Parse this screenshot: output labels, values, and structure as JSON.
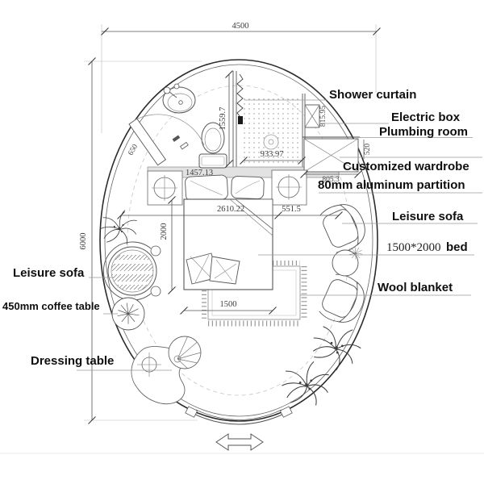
{
  "annotations": {
    "shower_curtain": "Shower curtain",
    "electric_box": "Electric box",
    "plumbing_room": "Plumbing room",
    "customized_wardrobe": "Customized wardrobe",
    "aluminum_partition": "80mm aluminum partition",
    "leisure_sofa_right": "Leisure sofa",
    "bed_size": "1500*2000",
    "bed_word": "bed",
    "wool_blanket": "Wool blanket",
    "leisure_sofa_left": "Leisure sofa",
    "coffee_table": "450mm coffee table",
    "dressing_table": "Dressing table"
  },
  "dimensions": {
    "overall_width": "4500",
    "overall_height": "6000",
    "bathroom_depth": "1559.7",
    "shower_width": "933.97",
    "bathroom_door": "650",
    "headboard_offset": "1457.13",
    "electric_box_height": "815.95",
    "wardrobe_side": "520",
    "wardrobe_width": "805.3",
    "bed_zone_width": "2610.22",
    "bed_to_wall": "551.5",
    "bed_length": "2000",
    "bed_width": "1500"
  },
  "colors": {
    "outline": "#2b2b2b",
    "label_text": "#0f0f0f",
    "dim_text": "#3b3b3b",
    "wall_fill": "#e2e2e2",
    "background": "#ffffff"
  }
}
